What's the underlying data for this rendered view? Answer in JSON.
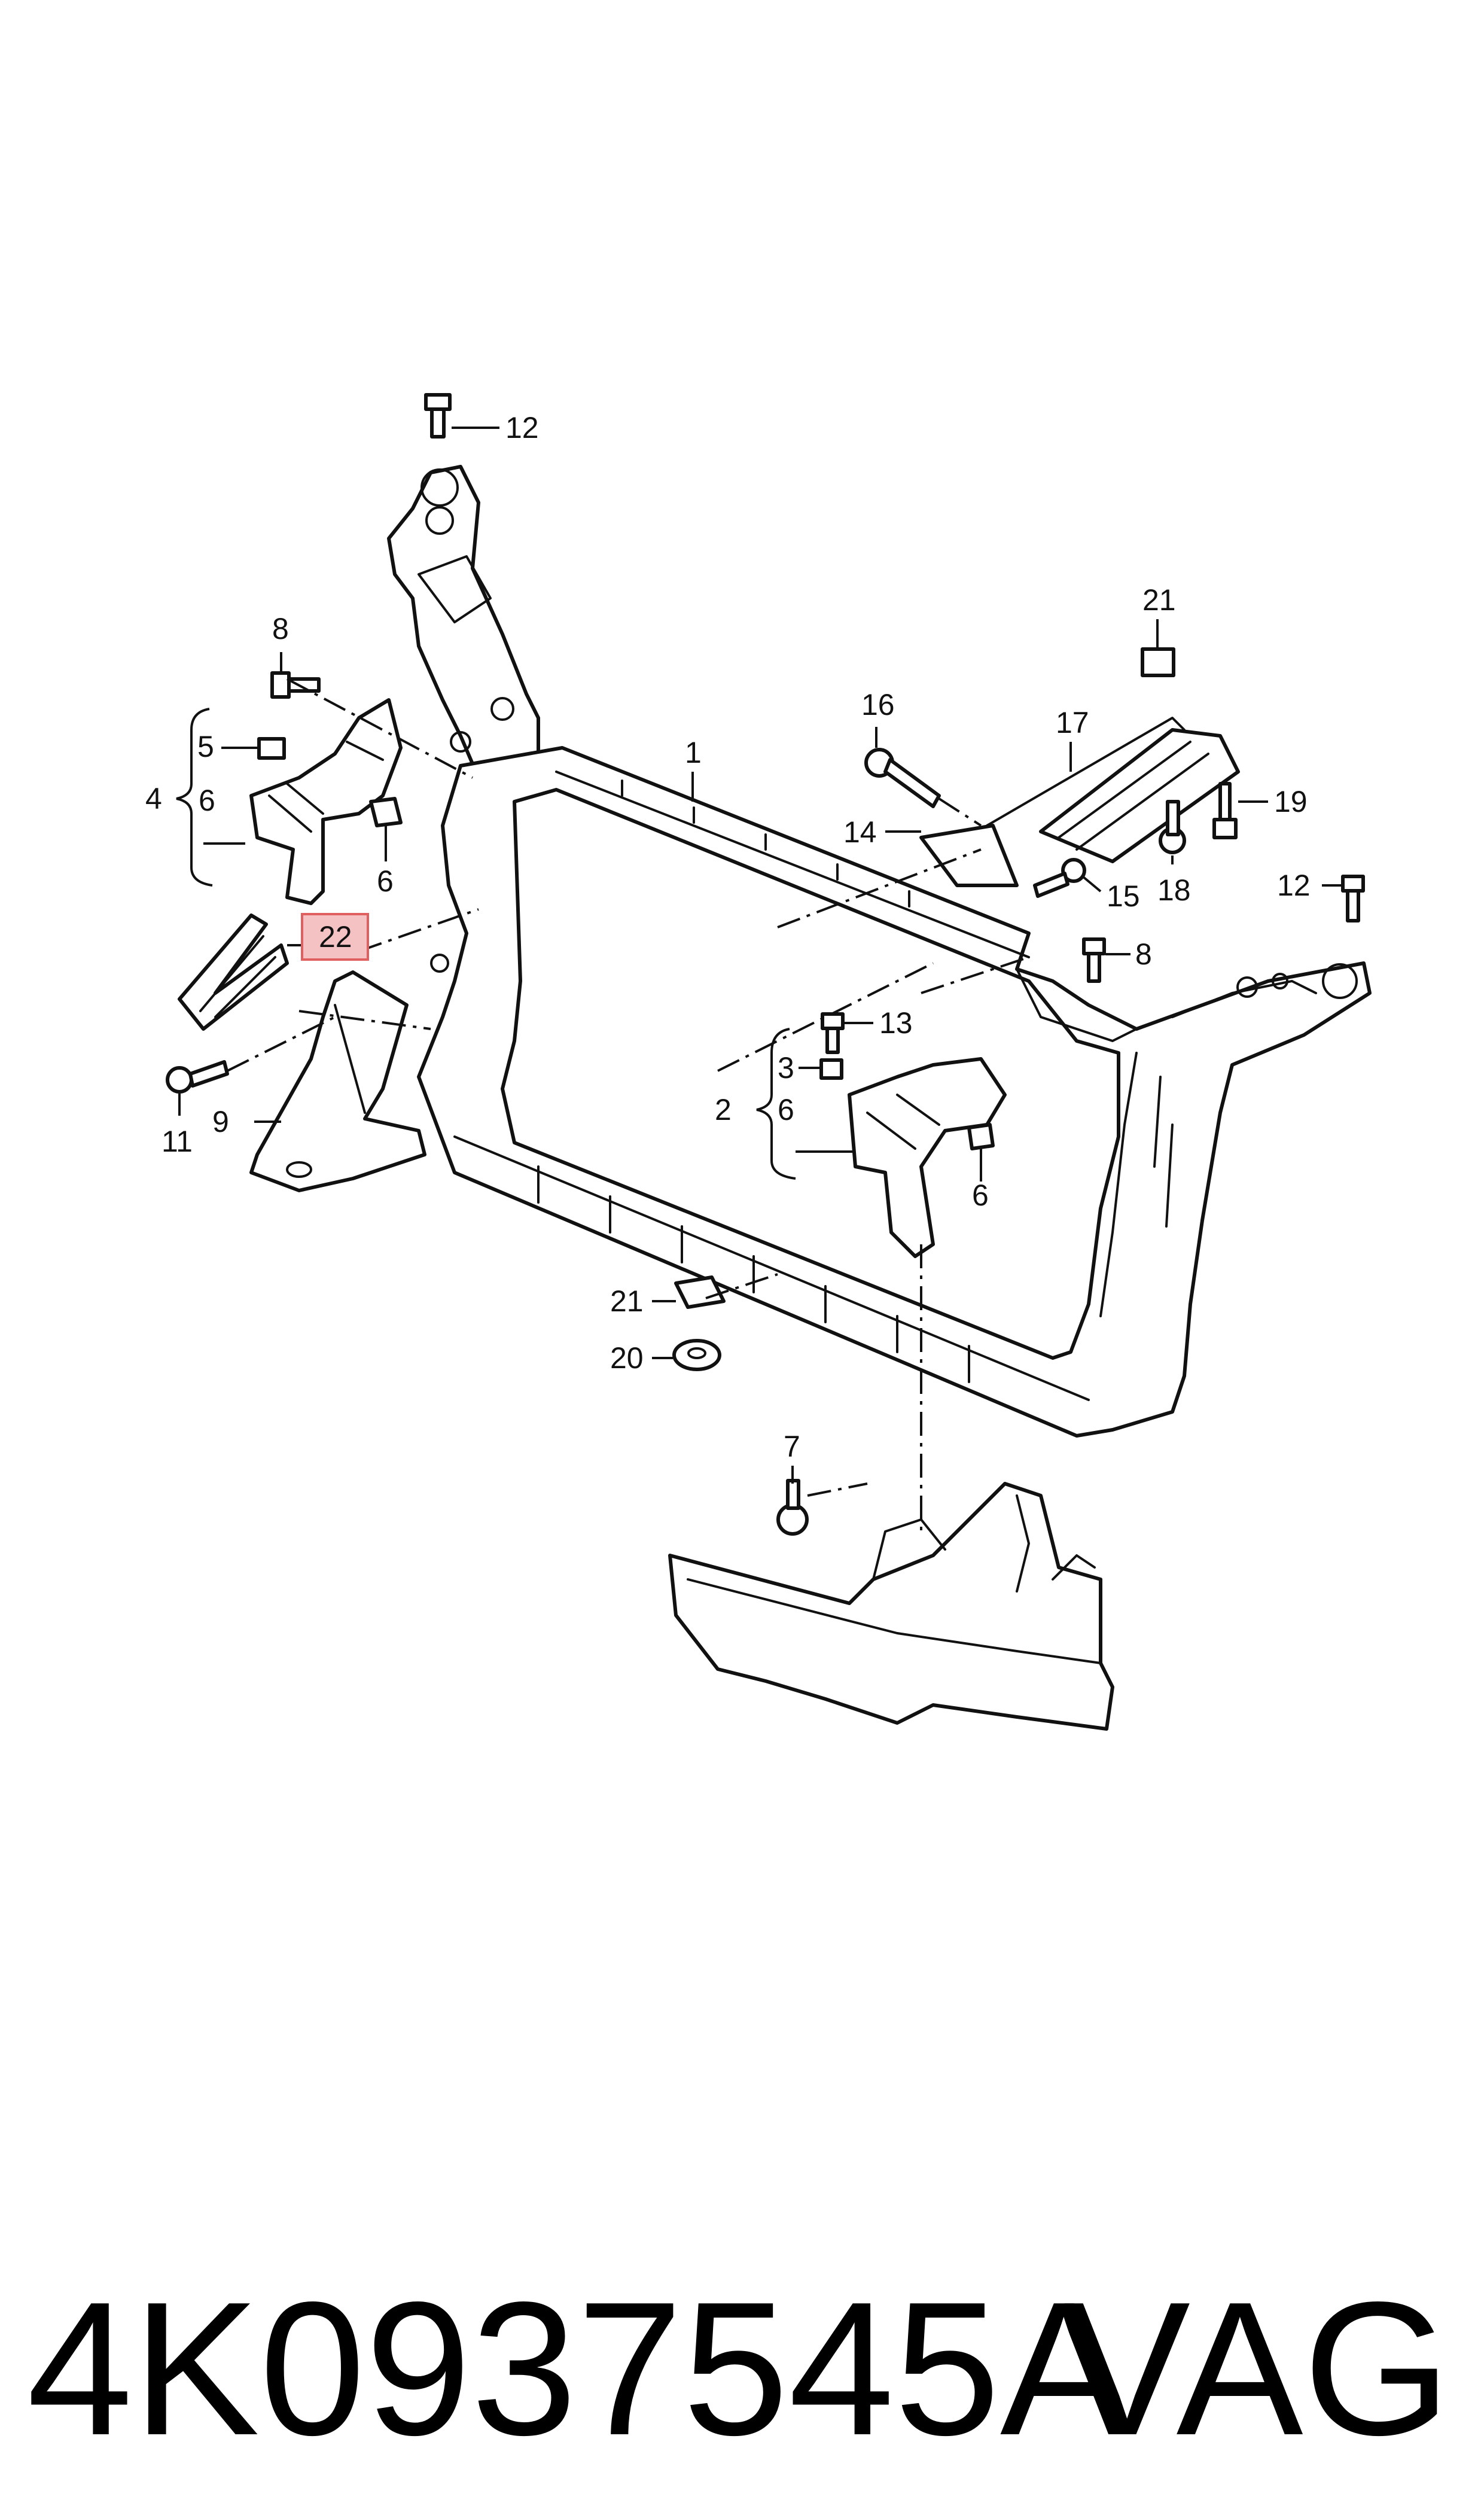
{
  "callouts": {
    "c1": "1",
    "c2": "2",
    "c3": "3",
    "c4": "4",
    "c5": "5",
    "c6a": "6",
    "c6b": "6",
    "c6c": "6",
    "c6d": "6",
    "c7": "7",
    "c8a": "8",
    "c8b": "8",
    "c9": "9",
    "c11": "11",
    "c12a": "12",
    "c12b": "12",
    "c13": "13",
    "c14": "14",
    "c15": "15",
    "c16": "16",
    "c17": "17",
    "c18": "18",
    "c19": "19",
    "c20": "20",
    "c21a": "21",
    "c21b": "21",
    "c22": "22"
  },
  "highlight": {
    "callout": "22",
    "color": "#f4c2c2",
    "border": "#e06060"
  },
  "footer": {
    "part_number": "4K0937545A",
    "brand": "VAG"
  }
}
